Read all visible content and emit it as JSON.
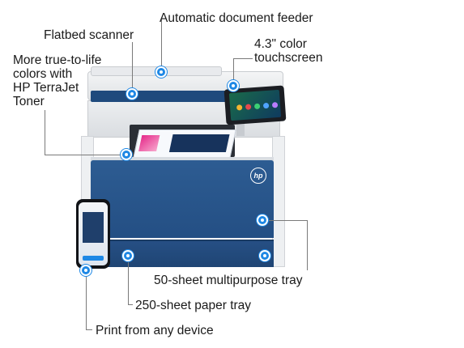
{
  "labels": {
    "adf": "Automatic document feeder",
    "flatbed": "Flatbed scanner",
    "toner": "More true-to-life\ncolors with\nHP TerraJet\nToner",
    "touchscreen": "4.3\" color\ntouchscreen",
    "mp_tray": "50-sheet multipurpose tray",
    "paper_tray": "250-sheet paper tray",
    "mobile": "Print from any device"
  },
  "logo_text": "hp",
  "colors": {
    "hotspot": "#1e88e5",
    "printer_blue": "#244f84",
    "leader_line": "#7a7a7a"
  }
}
